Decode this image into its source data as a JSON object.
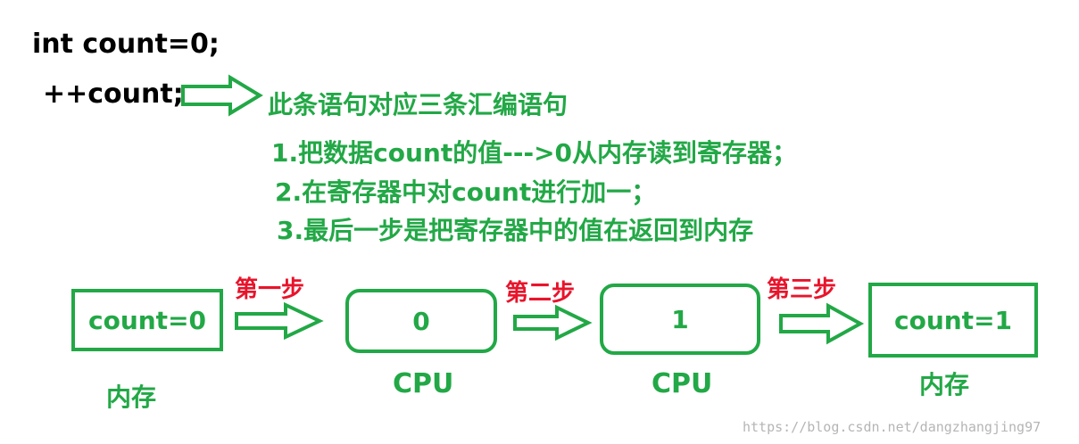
{
  "code": {
    "line1": "int count=0;",
    "line2": "++count;"
  },
  "explanation": {
    "heading": "此条语句对应三条汇编语句",
    "step1": "1.把数据count的值--->0从内存读到寄存器；",
    "step2": "2.在寄存器中对count进行加一；",
    "step3": "3.最后一步是把寄存器中的值在返回到内存"
  },
  "flow": {
    "steps": [
      {
        "label": "第一步"
      },
      {
        "label": "第二步"
      },
      {
        "label": "第三步"
      }
    ],
    "boxes": [
      {
        "text": "count=0",
        "caption": "内存"
      },
      {
        "text": "0",
        "caption": "CPU"
      },
      {
        "text": "1",
        "caption": "CPU"
      },
      {
        "text": "count=1",
        "caption": "内存"
      }
    ]
  },
  "watermark": "https://blog.csdn.net/dangzhangjing97",
  "colors": {
    "green": "#22a846",
    "red": "#e8142b"
  }
}
